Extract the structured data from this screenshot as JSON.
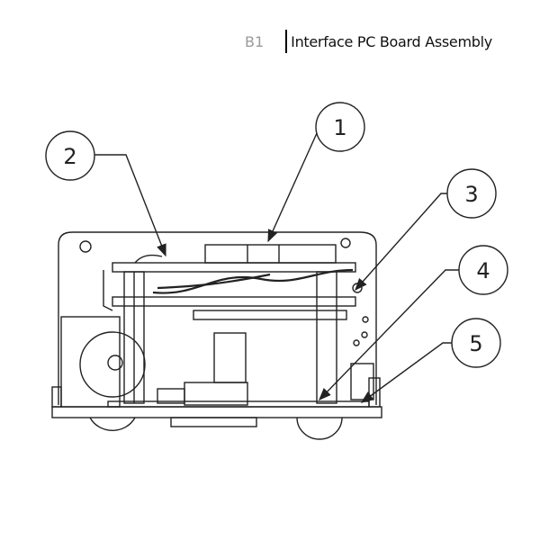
{
  "header": {
    "code": "B1",
    "title": "Interface PC Board Assembly"
  },
  "callouts": [
    {
      "number": "1"
    },
    {
      "number": "2"
    },
    {
      "number": "3"
    },
    {
      "number": "4"
    },
    {
      "number": "5"
    }
  ]
}
